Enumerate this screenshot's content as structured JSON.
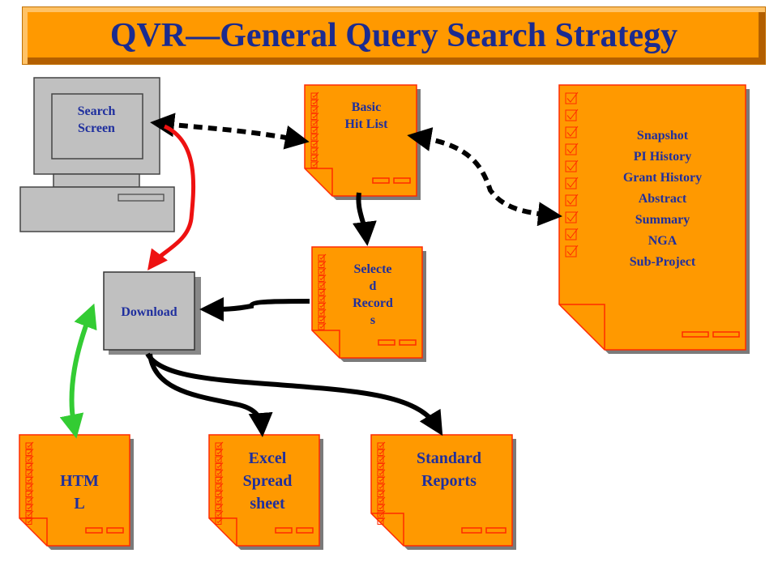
{
  "title": "QVR—General Query Search Strategy",
  "computer": {
    "screen_label": "Search\nScreen"
  },
  "download": {
    "label": "Download"
  },
  "docs": {
    "basic_hit_list": "Basic\nHit List",
    "selected_records": "Selecte\nd\nRecord\ns",
    "snapshot": "Snapshot\nPI History\nGrant History\nAbstract\nSummary\nNGA\nSub-Project",
    "html": "HTM\nL",
    "excel": "Excel\nSpread\nsheet",
    "standard_reports": "Standard\nReports"
  },
  "colors": {
    "document_fill": "#ff9900",
    "document_border": "#ff2a00",
    "text": "#1f2f9e",
    "arrow_black": "#000000",
    "arrow_red": "#ee1111",
    "arrow_green": "#33cc33",
    "computer_gray": "#c0c0c0"
  }
}
